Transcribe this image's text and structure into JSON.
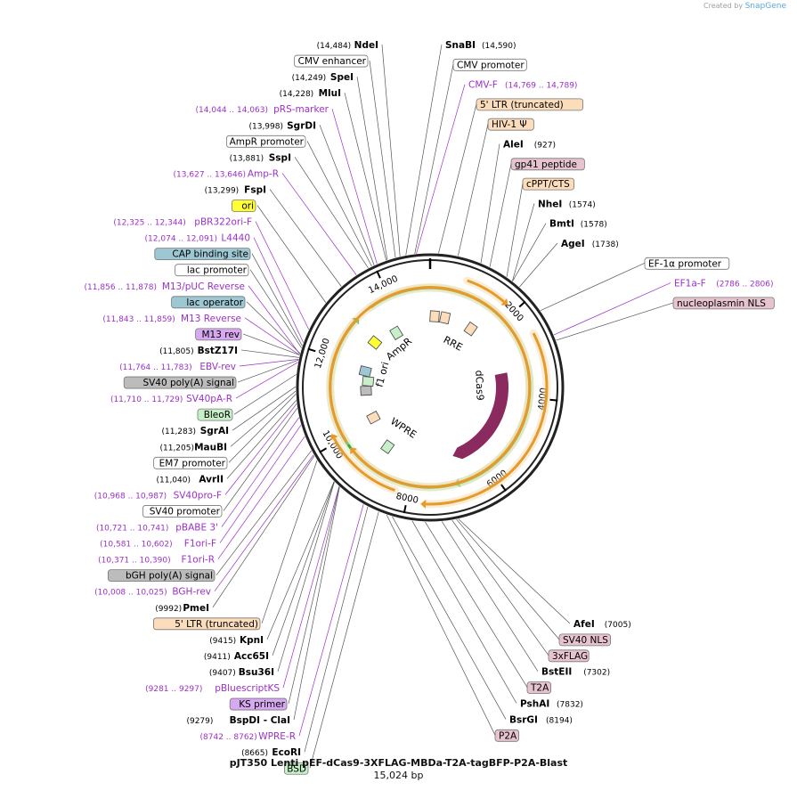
{
  "app": {
    "credit_prefix": "Created by",
    "credit_brand": "SnapGene"
  },
  "plasmid": {
    "name": "pJT350 Lenti pEF-dCas9-3XFLAG-MBDa-T2A-tagBFP-P2A-Blast",
    "size_label": "15,024 bp",
    "total_bp": 15024
  },
  "colors": {
    "backbone": "#222222",
    "primer": "#9b30c8",
    "promoter_fill": "#ffffff",
    "ori_fill": "#ffff33",
    "lac_fill": "#9dc7d3",
    "m13_fill": "#d8a8f0",
    "polyA_fill": "#bcbcbc",
    "marker_fill": "#c8f0c8",
    "ltr_fill": "#fbdcbb",
    "cas9_fill": "#8b2a5e",
    "tag_fill": "#e6c3cf",
    "orf_orange": "#e59a2b",
    "orf_green": "#3ba53b"
  },
  "tick_labels": [
    {
      "label": "2000",
      "bp": 2000
    },
    {
      "label": "4000",
      "bp": 4000
    },
    {
      "label": "6000",
      "bp": 6000
    },
    {
      "label": "8000",
      "bp": 8000
    },
    {
      "label": "10,000",
      "bp": 10000
    },
    {
      "label": "12,000",
      "bp": 12000
    },
    {
      "label": "14,000",
      "bp": 14000
    }
  ],
  "inner_features": [
    {
      "label": "RRE",
      "bp": 1150,
      "type": "text"
    },
    {
      "label": "dCas9",
      "bp": 3650,
      "type": "text"
    },
    {
      "label": "WPRE",
      "bp": 8900,
      "type": "text"
    },
    {
      "label": "f1 ori",
      "bp": 11900,
      "type": "text"
    },
    {
      "label": "AmpR",
      "bp": 13400,
      "type": "text"
    }
  ],
  "left_labels": [
    {
      "range": "(14,484)",
      "name": "NdeI",
      "style": "enzyme",
      "bp": 14484
    },
    {
      "range": "",
      "name": "CMV enhancer",
      "style": "box",
      "fill": "#ffffff",
      "bp": 14400
    },
    {
      "range": "(14,249)",
      "name": "SpeI",
      "style": "enzyme",
      "bp": 14249
    },
    {
      "range": "(14,228)",
      "name": "MluI",
      "style": "enzyme",
      "bp": 14228
    },
    {
      "range": "(14,044 .. 14,063)",
      "name": "pRS-marker",
      "style": "primer",
      "bp": 14053
    },
    {
      "range": "(13,998)",
      "name": "SgrDI",
      "style": "enzyme",
      "bp": 13998
    },
    {
      "range": "",
      "name": "AmpR promoter",
      "style": "box",
      "fill": "#ffffff",
      "bp": 13950
    },
    {
      "range": "(13,881)",
      "name": "SspI",
      "style": "enzyme",
      "bp": 13881
    },
    {
      "range": "(13,627 .. 13,646)",
      "name": "Amp-R",
      "style": "primer",
      "bp": 13636
    },
    {
      "range": "(13,299)",
      "name": "FspI",
      "style": "enzyme",
      "bp": 13299
    },
    {
      "range": "",
      "name": "ori",
      "style": "box",
      "fill": "#ffff33",
      "bp": 12900
    },
    {
      "range": "(12,325 .. 12,344)",
      "name": "pBR322ori-F",
      "style": "primer",
      "bp": 12334
    },
    {
      "range": "(12,074 .. 12,091)",
      "name": "L4440",
      "style": "primer",
      "bp": 12082
    },
    {
      "range": "",
      "name": "CAP binding site",
      "style": "box",
      "fill": "#9dc7d3",
      "bp": 12020
    },
    {
      "range": "",
      "name": "lac promoter",
      "style": "box",
      "fill": "#ffffff",
      "bp": 11980
    },
    {
      "range": "(11,856 .. 11,878)",
      "name": "M13/pUC Reverse",
      "style": "primer",
      "bp": 11867
    },
    {
      "range": "",
      "name": "lac operator",
      "style": "box",
      "fill": "#9dc7d3",
      "bp": 11880
    },
    {
      "range": "(11,843 .. 11,859)",
      "name": "M13 Reverse",
      "style": "primer",
      "bp": 11851
    },
    {
      "range": "",
      "name": "M13 rev",
      "style": "box",
      "fill": "#d8a8f0",
      "bp": 11850
    },
    {
      "range": "(11,805)",
      "name": "BstZ17I",
      "style": "enzyme",
      "bp": 11805
    },
    {
      "range": "(11,764 .. 11,783)",
      "name": "EBV-rev",
      "style": "primer",
      "bp": 11773
    },
    {
      "range": "",
      "name": "SV40 poly(A) signal",
      "style": "box",
      "fill": "#bcbcbc",
      "bp": 11760
    },
    {
      "range": "(11,710 .. 11,729)",
      "name": "SV40pA-R",
      "style": "primer",
      "bp": 11719
    },
    {
      "range": "",
      "name": "BleoR",
      "style": "box",
      "fill": "#c8f0c8",
      "bp": 11500
    },
    {
      "range": "(11,283)",
      "name": "SgrAI",
      "style": "enzyme",
      "bp": 11283
    },
    {
      "range": "(11,205)",
      "name": "MauBI",
      "style": "enzyme",
      "bp": 11205
    },
    {
      "range": "",
      "name": "EM7 promoter",
      "style": "box",
      "fill": "#ffffff",
      "bp": 11150
    },
    {
      "range": "(11,040)",
      "name": "AvrII",
      "style": "enzyme",
      "bp": 11040
    },
    {
      "range": "(10,968 .. 10,987)",
      "name": "SV40pro-F",
      "style": "primer",
      "bp": 10977
    },
    {
      "range": "",
      "name": "SV40 promoter",
      "style": "box",
      "fill": "#ffffff",
      "bp": 10900
    },
    {
      "range": "(10,721 .. 10,741)",
      "name": "pBABE 3'",
      "style": "primer",
      "bp": 10731
    },
    {
      "range": "(10,581 .. 10,602)",
      "name": "F1ori-F",
      "style": "primer",
      "bp": 10591
    },
    {
      "range": "(10,371 .. 10,390)",
      "name": "F1ori-R",
      "style": "primer",
      "bp": 10380
    },
    {
      "range": "",
      "name": "bGH poly(A) signal",
      "style": "box",
      "fill": "#bcbcbc",
      "bp": 10100
    },
    {
      "range": "(10,008 .. 10,025)",
      "name": "BGH-rev",
      "style": "primer",
      "bp": 10016
    },
    {
      "range": "(9992)",
      "name": "PmeI",
      "style": "enzyme",
      "bp": 9992
    },
    {
      "range": "",
      "name": "5' LTR (truncated)",
      "style": "box",
      "fill": "#fbdcbb",
      "bp": 9900
    },
    {
      "range": "(9415)",
      "name": "KpnI",
      "style": "enzyme",
      "bp": 9415
    },
    {
      "range": "(9411)",
      "name": "Acc65I",
      "style": "enzyme",
      "bp": 9411
    },
    {
      "range": "(9407)",
      "name": "Bsu36I",
      "style": "enzyme",
      "bp": 9407
    },
    {
      "range": "(9281 .. 9297)",
      "name": "pBluescriptKS",
      "style": "primer",
      "bp": 9289
    },
    {
      "range": "",
      "name": "KS primer",
      "style": "box",
      "fill": "#d8a8f0",
      "bp": 9285
    },
    {
      "range": "(9279)",
      "name": "BspDI",
      "style": "enzyme2",
      "extra": "- ClaI",
      "bp": 9279
    },
    {
      "range": "(8742 .. 8762)",
      "name": "WPRE-R",
      "style": "primer",
      "bp": 8752
    },
    {
      "range": "(8665)",
      "name": "EcoRI",
      "style": "enzyme",
      "bp": 8665
    },
    {
      "range": "",
      "name": "BSD",
      "style": "box",
      "fill": "#c8f0c8",
      "bp": 8450
    }
  ],
  "right_labels": [
    {
      "range": "(14,590)",
      "name": "SnaBI",
      "style": "enzyme",
      "bp": 14590
    },
    {
      "range": "",
      "name": "CMV promoter",
      "style": "box",
      "fill": "#ffffff",
      "bp": 14750
    },
    {
      "range": "(14,769 .. 14,789)",
      "name": "CMV-F",
      "style": "primer",
      "bp": 14779
    },
    {
      "range": "",
      "name": "5' LTR (truncated)",
      "style": "box",
      "fill": "#fbdcbb",
      "bp": 150
    },
    {
      "range": "",
      "name": "HIV-1 Ψ",
      "style": "box",
      "fill": "#fbdcbb",
      "bp": 500
    },
    {
      "range": "(927)",
      "name": "AleI",
      "style": "enzyme",
      "bp": 927
    },
    {
      "range": "",
      "name": "gp41 peptide",
      "style": "box",
      "fill": "#e6c3cf",
      "bp": 1100
    },
    {
      "range": "",
      "name": "cPPT/CTS",
      "style": "box",
      "fill": "#fbdcbb",
      "bp": 1450
    },
    {
      "range": "(1574)",
      "name": "NheI",
      "style": "enzyme",
      "bp": 1574
    },
    {
      "range": "(1578)",
      "name": "BmtI",
      "style": "enzyme",
      "bp": 1578
    },
    {
      "range": "(1738)",
      "name": "AgeI",
      "style": "enzyme",
      "bp": 1738
    },
    {
      "range": "",
      "name": "EF-1α promoter",
      "style": "box",
      "fill": "#ffffff",
      "bp": 2300
    },
    {
      "range": "(2786 .. 2806)",
      "name": "EF1a-F",
      "style": "primer",
      "bp": 2796
    },
    {
      "range": "",
      "name": "nucleoplasmin NLS",
      "style": "box",
      "fill": "#e6c3cf",
      "bp": 2900
    },
    {
      "range": "(7005)",
      "name": "AfeI",
      "style": "enzyme",
      "bp": 7005
    },
    {
      "range": "",
      "name": "SV40 NLS",
      "style": "box",
      "fill": "#e6c3cf",
      "bp": 7040
    },
    {
      "range": "",
      "name": "3xFLAG",
      "style": "box",
      "fill": "#e6c3cf",
      "bp": 7120
    },
    {
      "range": "(7302)",
      "name": "BstEII",
      "style": "enzyme",
      "bp": 7302
    },
    {
      "range": "",
      "name": "T2A",
      "style": "box",
      "fill": "#e6c3cf",
      "bp": 7600
    },
    {
      "range": "(7832)",
      "name": "PshAI",
      "style": "enzyme",
      "bp": 7832
    },
    {
      "range": "(8194)",
      "name": "BsrGI",
      "style": "enzyme",
      "bp": 8194
    },
    {
      "range": "",
      "name": "P2A",
      "style": "box",
      "fill": "#e6c3cf",
      "bp": 8300
    }
  ]
}
